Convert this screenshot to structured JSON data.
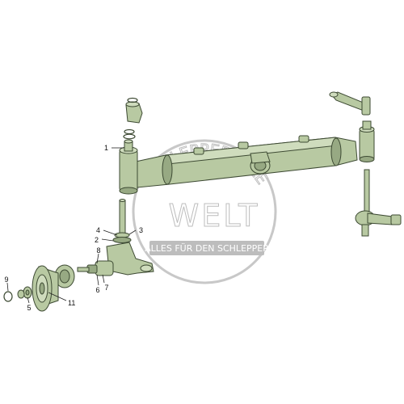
{
  "callouts": [
    {
      "id": "1",
      "label": "1"
    },
    {
      "id": "2",
      "label": "2"
    },
    {
      "id": "3",
      "label": "3"
    },
    {
      "id": "4",
      "label": "4"
    },
    {
      "id": "5",
      "label": "5"
    },
    {
      "id": "6",
      "label": "6"
    },
    {
      "id": "7",
      "label": "7"
    },
    {
      "id": "8",
      "label": "8"
    },
    {
      "id": "9",
      "label": "9"
    },
    {
      "id": "11",
      "label": "11"
    }
  ],
  "watermark": {
    "line1": "SCHLEPPERTEILE",
    "line2": "WELT",
    "banner": "ALLES FÜR DEN SCHLEPPER"
  },
  "colors": {
    "part": "#b8c9a2",
    "outline": "#3d4a33",
    "watermark": "#bdbdbd"
  }
}
